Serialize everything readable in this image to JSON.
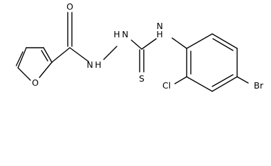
{
  "molecule": {
    "atoms": {
      "carbonyl_oxygen": "O",
      "furan_oxygen": "O",
      "hydrazide_nh_1": "N",
      "hydrazide_h_1": "H",
      "hydrazide_nh_2": "H",
      "hydrazide_n_2": "N",
      "thioamide_nh": "N",
      "thioamide_h": "H",
      "sulfur": "S",
      "chlorine": "Cl",
      "bromine": "Br"
    }
  }
}
